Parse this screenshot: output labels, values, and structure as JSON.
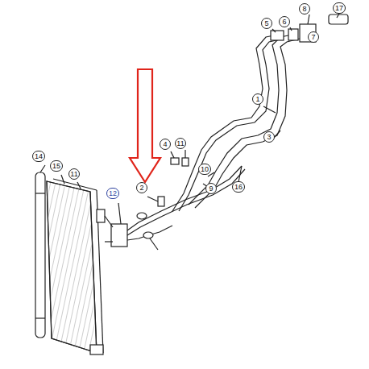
{
  "diagram": {
    "labels": [
      "17",
      "8",
      "5",
      "6",
      "7",
      "1",
      "3",
      "4",
      "11",
      "10",
      "9",
      "16",
      "14",
      "15",
      "11",
      "12",
      "2"
    ]
  }
}
